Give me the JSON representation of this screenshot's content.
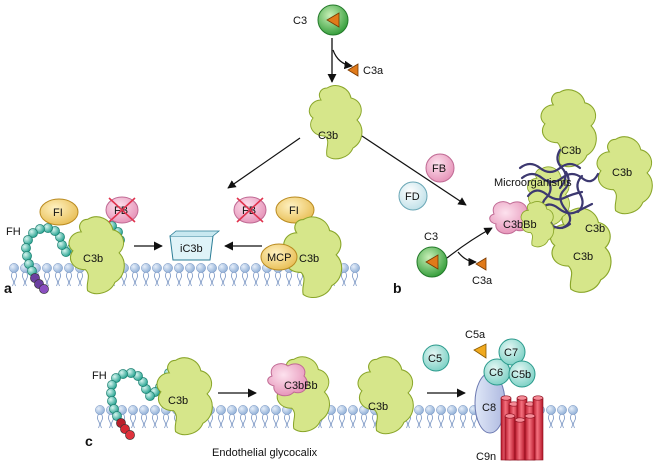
{
  "top": {
    "c3": "C3",
    "c3a": "C3a",
    "c3b": "C3b"
  },
  "panel_a": {
    "letter": "a",
    "fi_left": "FI",
    "fb_left": "FB",
    "fh": "FH",
    "c3b_left": "C3b",
    "ic3b": "iC3b",
    "fb_right": "FB",
    "fi_right": "FI",
    "mcp": "MCP",
    "c3b_right": "C3b"
  },
  "panel_b": {
    "letter": "b",
    "fb": "FB",
    "fd": "FD",
    "microorganisms": "Microorganisms",
    "c3": "C3",
    "c3a": "C3a",
    "c3bbb": "C3bBb",
    "c3b_1": "C3b",
    "c3b_2": "C3b",
    "c3b_3": "C3b",
    "c3b_4": "C3b"
  },
  "panel_c": {
    "letter": "c",
    "fh": "FH",
    "c3b_1": "C3b",
    "c3bbb": "C3bBb",
    "c3b_2": "C3b",
    "c5": "C5",
    "c5a": "C5a",
    "c7": "C7",
    "c6": "C6",
    "c5b": "C5b",
    "c8": "C8",
    "c9n": "C9n",
    "glycocalix": "Endothelial glycocalix"
  },
  "colors": {
    "c3b_fill": "#d6e68a",
    "fi_fill": "#f5d77a",
    "fb_fill": "#f0a8c8",
    "fd_fill": "#d9eef2",
    "teal": "#2fb9a6",
    "membrane": "#a9c6e8",
    "pore": "#e2364a",
    "c3_fill": "#3fb84a",
    "c3a_fill": "#e0801a"
  }
}
